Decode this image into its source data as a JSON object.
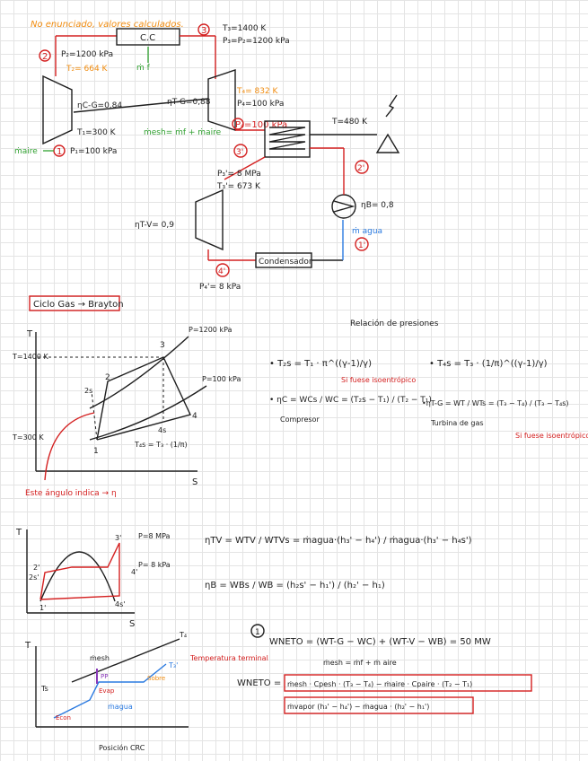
{
  "colors": {
    "ink": "#1e1e1e",
    "red": "#d42020",
    "orange": "#f08c10",
    "green": "#30a030",
    "blue": "#2a7ae0",
    "purple": "#8a3ab8"
  },
  "header": {
    "note": "No enunciado, valores calculados."
  },
  "gas_cycle": {
    "p1": "1",
    "p2": "2",
    "p3": "3",
    "p4": "P₄=100 kPa",
    "p2_label": "P₂=1200 kPa",
    "t2": "T₂= 664 K",
    "cc": "C.C",
    "mf": "ṁ f",
    "t3": "T₃=1400 K",
    "p3_label": "P₃=P₂=1200 kPa",
    "eta_c": "ηC-G=0,84",
    "eta_t": "ηT-G=0,88",
    "t4": "T₄= 832 K",
    "t1": "T₁=300 K",
    "pp1": "P₁=100 kPa",
    "maire": "ṁaire",
    "mesh": "ṁesh= ṁf + ṁaire"
  },
  "steam_cycle": {
    "t_out": "T=480 K",
    "p3p": "3'",
    "p2p": "2'",
    "p1p": "1'",
    "p4p": "4'",
    "p3_val": "P₃'= 8 MPa",
    "t3_val": "T₃'= 673 K",
    "eta_tv": "ηT-V= 0,9",
    "eta_b": "ηB= 0,8",
    "magua": "ṁ agua",
    "cond": "Condensador",
    "p4_val": "P₄'= 8 kPa"
  },
  "brayton": {
    "title": "Ciclo Gas → Brayton",
    "T": "T",
    "S": "S",
    "t1400": "T=1400 K",
    "t300": "T=300 K",
    "p1200": "P=1200 kPa",
    "p100": "P=100 kPa",
    "n1": "1",
    "n2": "2",
    "n2s": "2s",
    "n3": "3",
    "n4": "4",
    "n4s": "4s",
    "t4s": "T₄s = T₃ · (1/π)",
    "angle": "Este ángulo indica → η"
  },
  "formulas": {
    "relacion": "Relación de presiones",
    "t2s": "• T₂s = T₁ · π^((γ-1)/γ)",
    "t4s": "• T₄s = T₃ · (1/π)^((γ-1)/γ)",
    "iso1": "Si fuese isoentrópico",
    "nc": "• ηC = WCs / WC = (T₂s − T₁) / (T₂ − T₁)",
    "compresor": "Compresor",
    "nt": "•ηT-G = WT / WTs = (T₃ − T₄) / (T₃ − T₄s)",
    "turbina": "Turbina de gas",
    "iso2": "Si fuese isoentrópico."
  },
  "rankine": {
    "T": "T",
    "S": "S",
    "p8": "P=8 MPa",
    "p8k": "P= 8 kPa",
    "n3p": "3'",
    "n4p": "4'",
    "n4sp": "4s'",
    "n2p": "2'",
    "n2sp": "2s'",
    "n1p": "1'"
  },
  "eqs": {
    "ntv": "ηTV = WTV / WTVs = ṁagua·(h₃' − h₄') / ṁagua·(h₃' − h₄s')",
    "nb": "ηB = WBs / WB = (h₂s' − h₁') / (h₂' − h₁)"
  },
  "hx": {
    "T": "T",
    "mesh": "ṁesh",
    "t4": "T₄",
    "t3p": "T₃'",
    "ts": "Ts",
    "pp": "PP",
    "evap": "Evap",
    "sobre": "Sobre",
    "econ": "Econ",
    "magua": "ṁagua",
    "temp_term": "Temperatura terminal",
    "pos": "Posición CRC"
  },
  "net": {
    "one": "1",
    "wneto1": "WNETO = (WT-G − WC) + (WT-V − WB) = 50 MW",
    "mesh_def": "ṁesh = ṁf + ṁ aire",
    "wneto2_lbl": "WNETO =",
    "wneto2_a": "ṁesh · Cpesh · (T₃ − T₄) − ṁaire · Cpaire · (T₂ − T₁)",
    "wneto2_b": "ṁvapor (h₃' − h₄') − ṁagua · (h₂' − h₁')"
  }
}
